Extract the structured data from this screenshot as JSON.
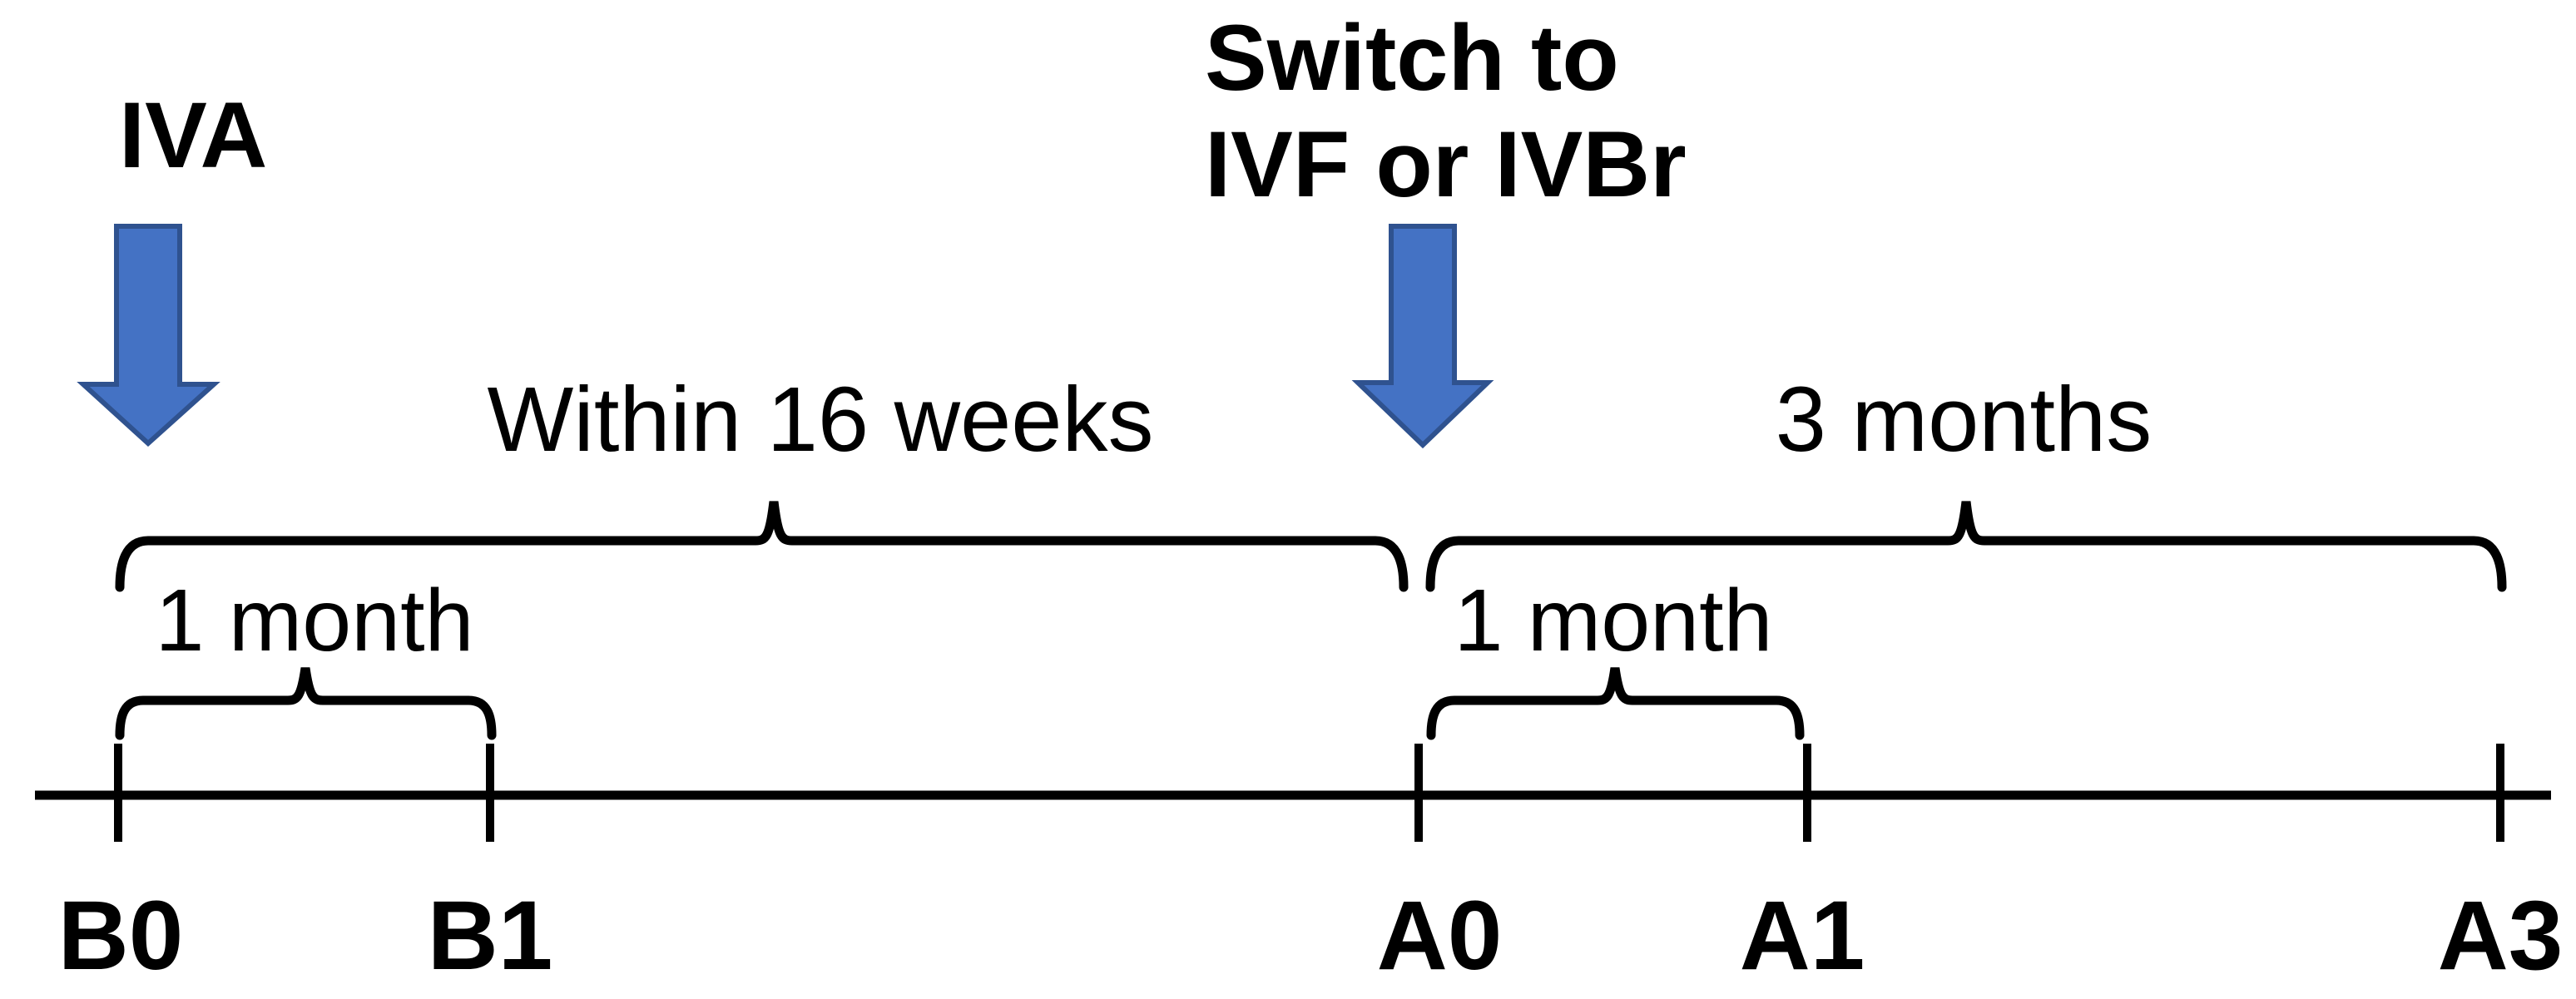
{
  "colors": {
    "arrow_fill": "#4472c4",
    "arrow_outline": "#2f528f",
    "line": "#000000",
    "text": "#000000",
    "background": "#ffffff"
  },
  "events": {
    "baseline_treatment": "IVA",
    "switch_line1": "Switch to",
    "switch_line2": "IVF or IVBr"
  },
  "durations": {
    "b_period": "Within 16 weeks",
    "a_period": "3 months",
    "b_month": "1 month",
    "a_month": "1 month"
  },
  "timepoints": [
    {
      "label": "B0"
    },
    {
      "label": "B1"
    },
    {
      "label": "A0"
    },
    {
      "label": "A1"
    },
    {
      "label": "A3"
    }
  ]
}
